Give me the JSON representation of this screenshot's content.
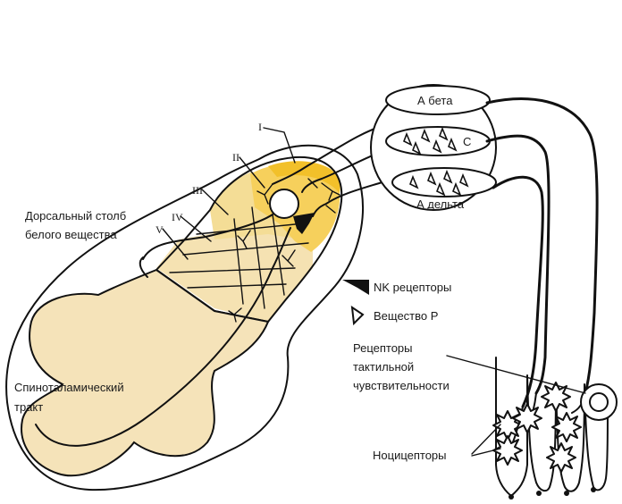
{
  "labels": {
    "dorsal_column": [
      "Дорсальный столб",
      "белого вещества"
    ],
    "spinothalamic": [
      "Спиноталамический",
      "тракт"
    ],
    "fiber_a_beta": "А бета",
    "fiber_c": "С",
    "fiber_a_delta": "А дельта",
    "legend_nk": "NK рецепторы",
    "legend_substance_p": "Вещество Р",
    "tactile_receptors": [
      "Рецепторы",
      "тактильной",
      "чувствительности"
    ],
    "nociceptors": "Ноцицепторы",
    "laminae": [
      "I",
      "II",
      "III",
      "IV",
      "V"
    ]
  },
  "colors": {
    "lamina_I": "#f2c02a",
    "lamina_II": "#f6d05c",
    "lamina_III": "#f4dd96",
    "lamina_IV_V": "#f5e2b2",
    "gray_matter": "#f5e3b9",
    "outline": "#111111"
  }
}
